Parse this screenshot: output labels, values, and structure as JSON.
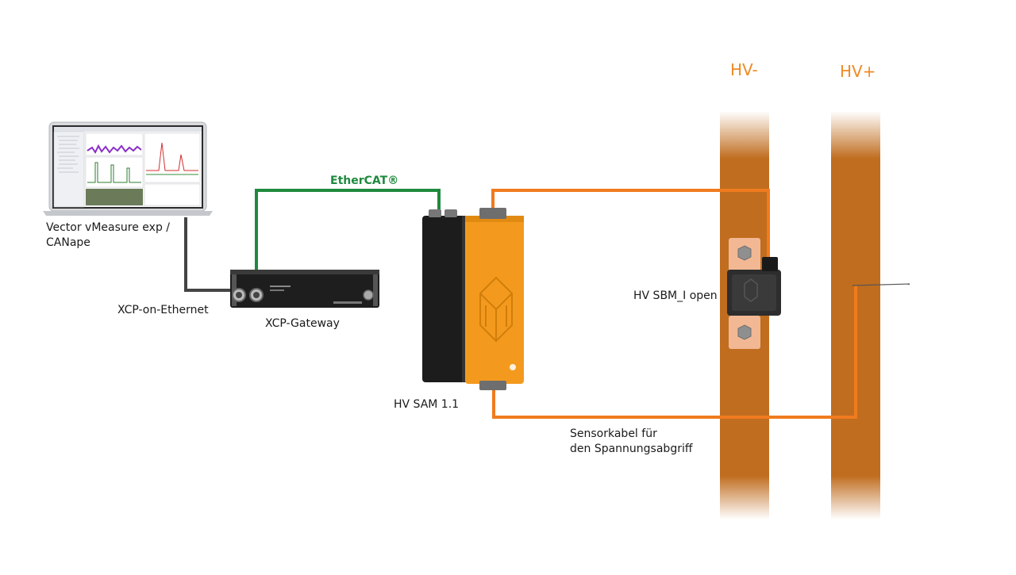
{
  "labels": {
    "laptop": "Vector vMeasure exp /\nCANape",
    "xcp_ethernet": "XCP-on-Ethernet",
    "xcp_gateway": "XCP-Gateway",
    "ethercat": "EtherCAT®",
    "hv_sam": "HV SAM 1.1",
    "hv_sbm": "HV SBM_I open",
    "sensor_cable": "Sensorkabel für\nden Spannungsabgriff",
    "hv_minus": "HV-",
    "hv_plus": "HV+"
  },
  "colors": {
    "busbar": "#c06d1f",
    "sensor_cable": "#f07b1e",
    "ethercat_cable": "#1f8a3e",
    "ethernet_cable": "#333333",
    "sam_orange": "#f39a1e",
    "hv_label": "#f08a24"
  }
}
